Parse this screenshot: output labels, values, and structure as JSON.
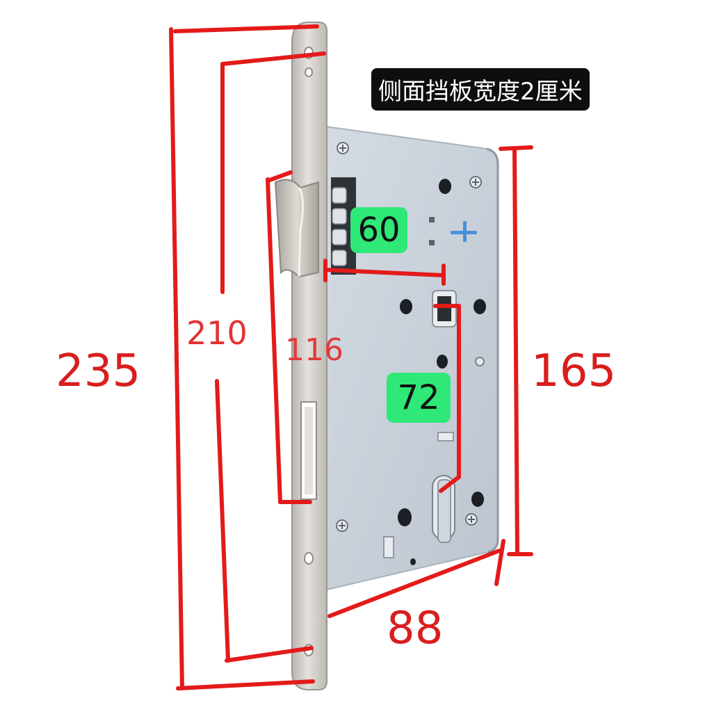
{
  "note": "侧面挡板宽度2厘米",
  "dimensions": {
    "total_length": "235",
    "screw_span": "210",
    "latch_span": "116",
    "backset": "60",
    "center_distance": "72",
    "case_height": "165",
    "depth": "88"
  },
  "colors": {
    "dimension_line": "#e41a1a",
    "badge": "#2ee878",
    "note_background": "#0e0e0e",
    "lock_case": "#c9d2dc",
    "faceplate": "#d3d0cb"
  }
}
